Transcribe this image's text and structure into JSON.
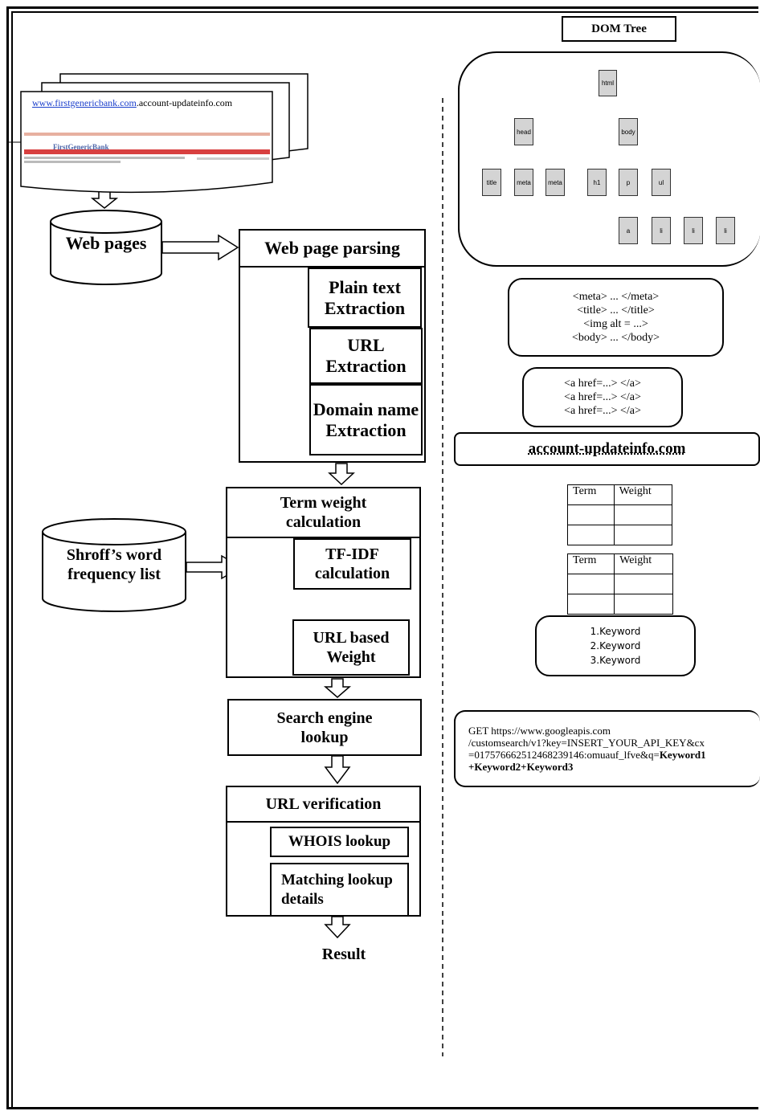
{
  "left": {
    "webpage_url_link": "www.firstgenericbank.com",
    "webpage_url_rest": ".account-updateinfo.com",
    "webpage_banner": "FirstGenericBank",
    "web_pages_db": "Web pages",
    "parsing": {
      "title": "Web page parsing",
      "plain_text": "Plain text Extraction",
      "url": "URL Extraction",
      "domain": "Domain name Extraction"
    },
    "term_weight": {
      "title": "Term weight calculation",
      "tfidf": "TF-IDF calculation",
      "url_based": "URL based Weight"
    },
    "shroff_db": "Shroff’s word frequency list",
    "search_engine": "Search engine lookup",
    "verification": {
      "title": "URL verification",
      "whois": "WHOIS lookup",
      "matching": "Matching lookup details"
    },
    "result": "Result"
  },
  "right": {
    "dom_title": "DOM Tree",
    "tree": {
      "root": "html",
      "head": "head",
      "body": "body",
      "head_children": [
        "title",
        "meta",
        "meta"
      ],
      "body_children": [
        "h1",
        "p",
        "ul"
      ],
      "p_children": [
        "a"
      ],
      "ul_children": [
        "li",
        "li",
        "li"
      ]
    },
    "tags": [
      "<meta> ... </meta>",
      "<title> ... </title>",
      "<img alt = ...>",
      "<body> ... </body>"
    ],
    "hrefs": [
      "<a href=...> </a>",
      "<a href=...> </a>",
      "<a href=...> </a>"
    ],
    "domain": "account-updateinfo.com",
    "table1": {
      "headers": [
        "Term",
        "Weight"
      ]
    },
    "table2": {
      "headers": [
        "Term",
        "Weight"
      ]
    },
    "keywords": [
      "1.Keyword",
      "2.Keyword",
      "3.Keyword"
    ],
    "api": {
      "line1": "GET https://www.googleapis.com",
      "line2": "/customsearch/v1?key=INSERT_YOUR_API_KEY&cx",
      "line3_plain": "=017576662512468239146:omuauf_lfve&q=",
      "line3_bold": "Keyword1",
      "line4": "+Keyword2+Keyword3"
    }
  }
}
